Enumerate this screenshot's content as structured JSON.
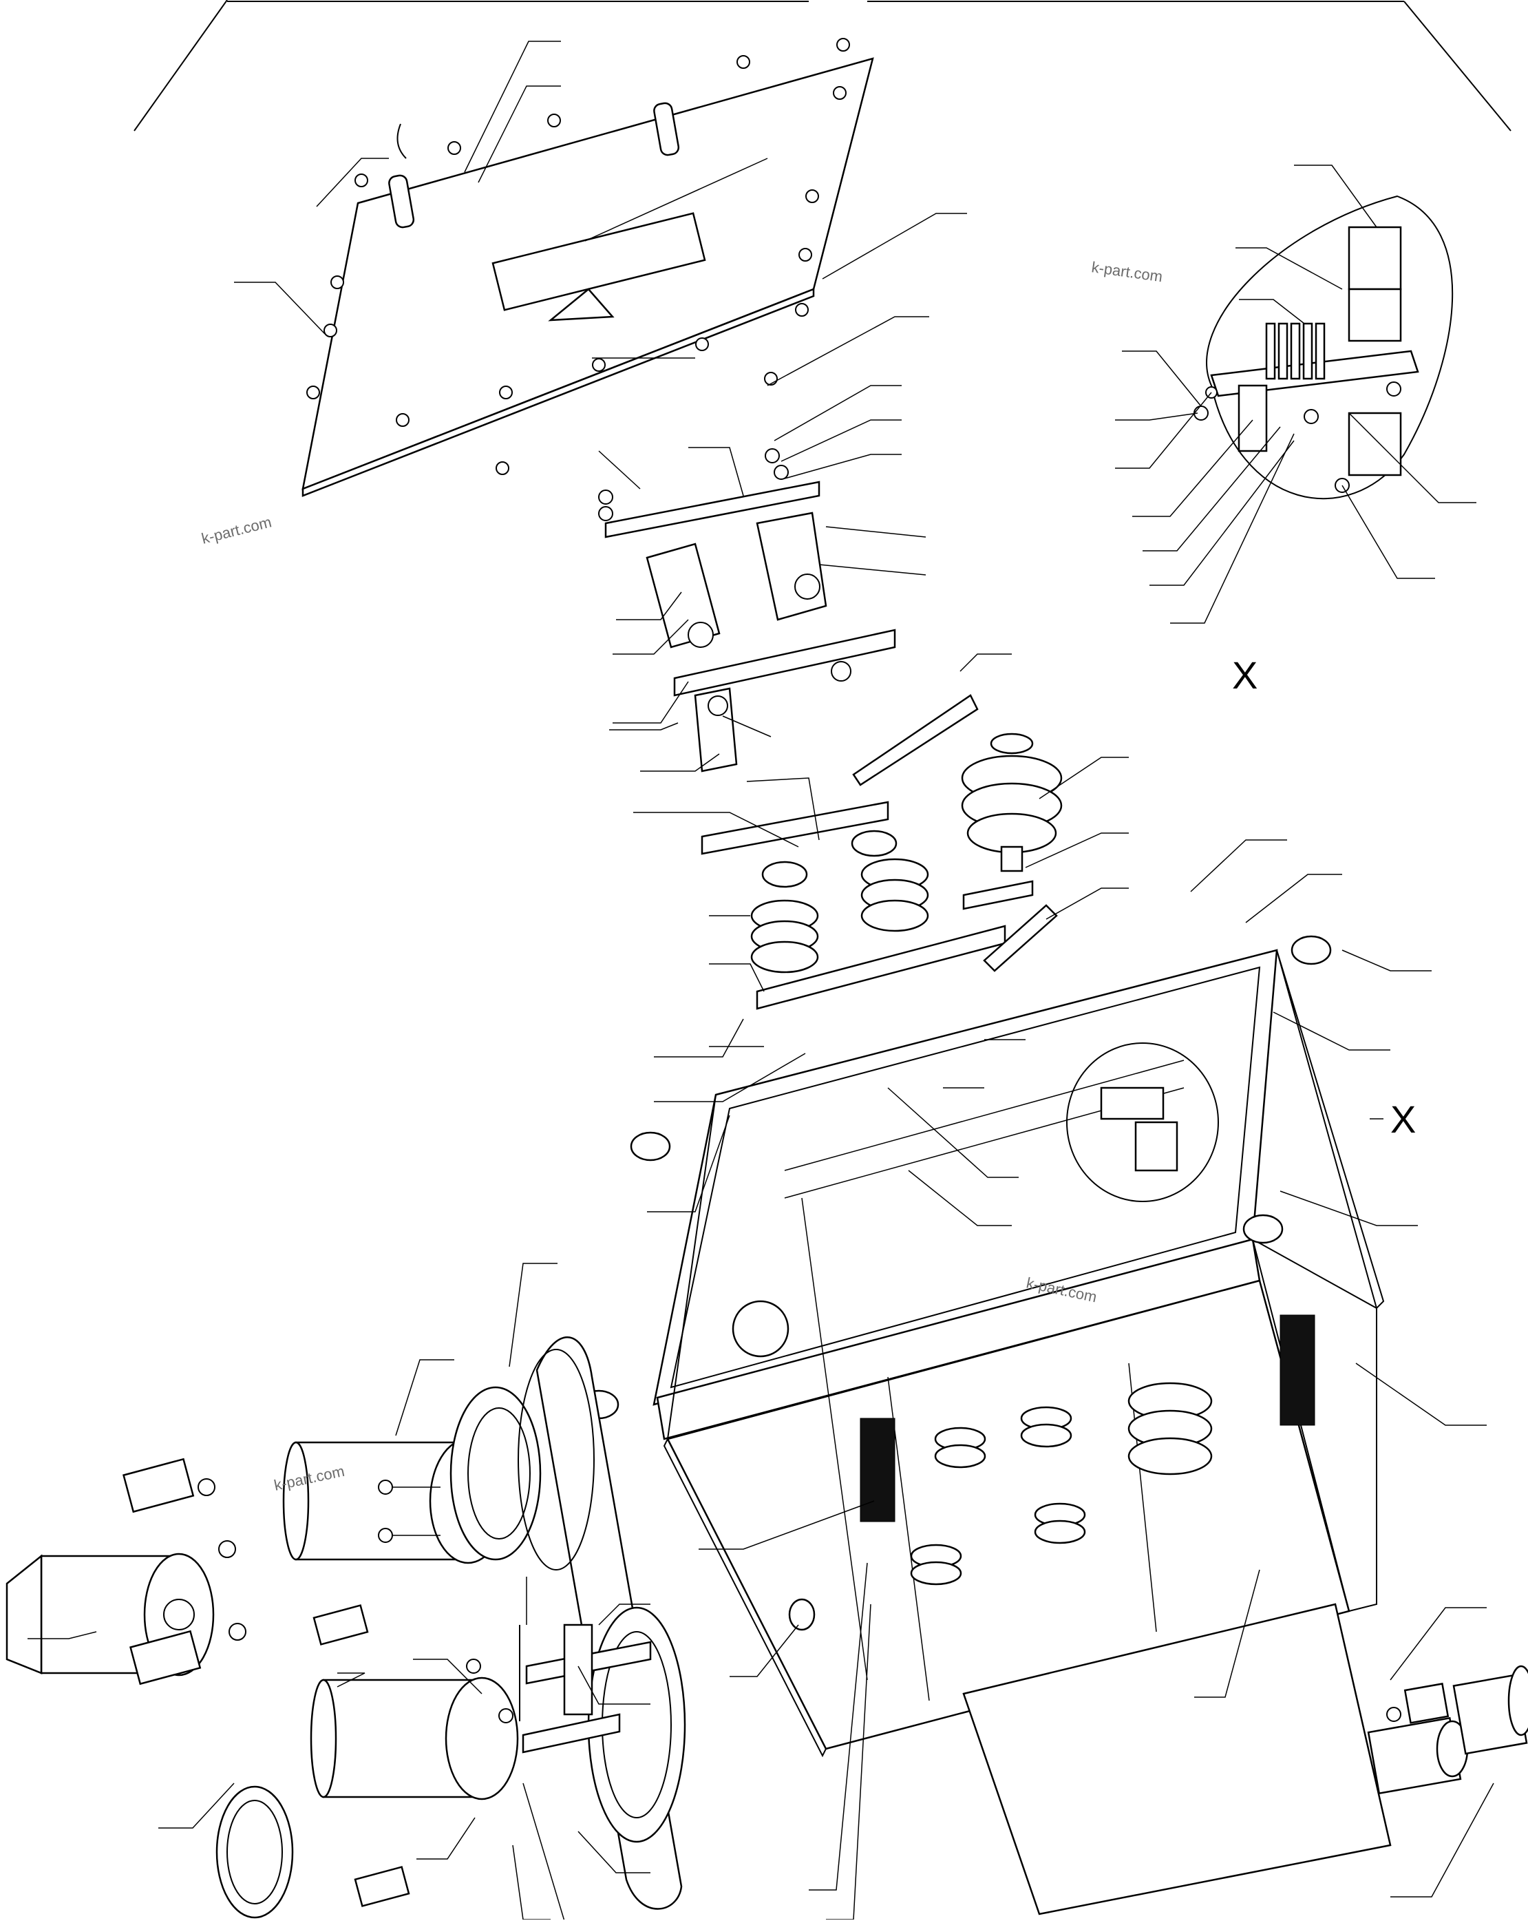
{
  "watermarks": [
    "k-part.com",
    "k-part.com",
    "k-part.com",
    "k-part.com"
  ],
  "detail": {
    "letter": "X",
    "letter_callout": "X"
  },
  "colors": {
    "line": "#000000",
    "background": "#ffffff",
    "watermark": "#6b6b6b"
  }
}
